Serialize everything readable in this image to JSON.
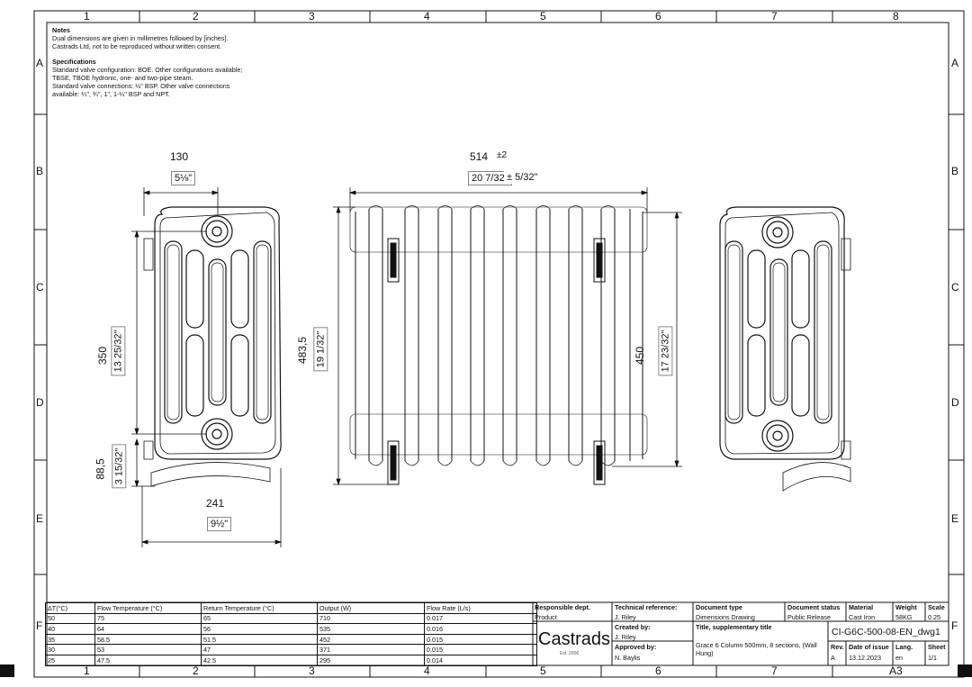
{
  "grid": {
    "columns": [
      "1",
      "2",
      "3",
      "4",
      "5",
      "6",
      "7",
      "8"
    ],
    "rows": [
      "A",
      "B",
      "C",
      "D",
      "E",
      "F"
    ]
  },
  "notes": {
    "notes_heading": "Notes",
    "notes_line1": "Dual dimensions are given in millimetres followed by [inches].",
    "notes_line2": "Castrads Ltd, not to be reproduced without written consent.",
    "spec_heading": "Specifications",
    "spec_line1": "Standard valve configuration: BOE. Other configurations available;",
    "spec_line2": "TBSE, TBOE hydronic, one- and two-pipe steam.",
    "spec_line3": "Standard valve connections: ½\" BSP. Other valve connections",
    "spec_line4": "available: ¼\", ¾\", 1\", 1-¼\" BSP and NPT."
  },
  "dimensions": {
    "side_width_mm": "130",
    "side_width_in": "5⅛\"",
    "front_length_mm": "514",
    "front_length_tol": "±2",
    "front_length_in": "20 7/32\"",
    "front_length_tol_in": "± 5/32\"",
    "side_centres_mm": "350",
    "side_centres_in": "13 25/32\"",
    "side_base_mm": "88,5",
    "side_base_in": "3 15/32\"",
    "side_depth_mm": "241",
    "side_depth_in": "9½\"",
    "front_height_mm": "483,5",
    "front_height_in": "19 1/32\"",
    "front_body_mm": "450",
    "front_body_in": "17 23/32\""
  },
  "flow_table": {
    "headers": [
      "ΔT(°C)",
      "Flow Temperature (°C)",
      "Return Temperature (°C)",
      "Output (W)",
      "Flow Rate (L/s)"
    ],
    "rows": [
      [
        "50",
        "75",
        "65",
        "710",
        "0.017"
      ],
      [
        "40",
        "64",
        "56",
        "535",
        "0.016"
      ],
      [
        "35",
        "58.5",
        "51.5",
        "452",
        "0.015"
      ],
      [
        "30",
        "53",
        "47",
        "371",
        "0.015"
      ],
      [
        "25",
        "47.5",
        "42.5",
        "295",
        "0.014"
      ]
    ]
  },
  "title_block": {
    "responsible_dept_label": "Responsible dept.",
    "responsible_dept": "Product",
    "tech_ref_label": "Technical reference:",
    "tech_ref": "J. Riley",
    "created_by_label": "Created by:",
    "created_by": "J. Riley",
    "approved_by_label": "Approved by:",
    "approved_by": "N. Baylis",
    "doc_type_label": "Document type",
    "doc_type": "Dimensions Drawing",
    "doc_status_label": "Document status",
    "doc_status": "Public Release",
    "material_label": "Material",
    "material": "Cast Iron",
    "weight_label": "Weight",
    "weight": "58KG",
    "scale_label": "Scale",
    "scale": "0.25",
    "title_label": "Title, supplementary title",
    "title_line1": "Grace 6 Column 500mm, 8 sections, (Wall",
    "title_line2": "Hung)",
    "doc_number": "CI-G6C-500-08-EN_dwg1",
    "rev_label": "Rev.",
    "rev": "A",
    "date_label": "Date of issue",
    "date": "13.12.2023",
    "lang_label": "Lang.",
    "lang": "en",
    "sheet_label": "Sheet",
    "sheet": "1/1",
    "paper_size": "A3",
    "brand": "Castrads",
    "brand_est": "Est. 2006"
  },
  "colors": {
    "line": "#111111",
    "light": "#888888"
  }
}
